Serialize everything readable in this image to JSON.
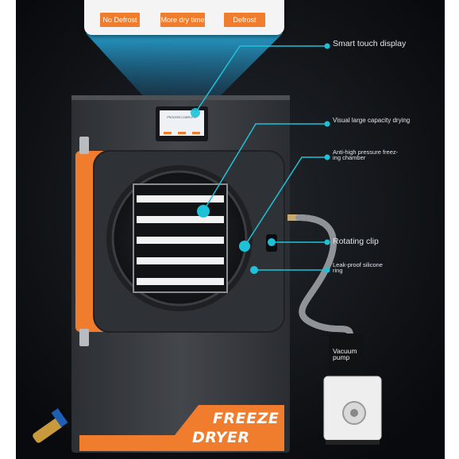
{
  "display_panel": {
    "buttons": [
      "No Defrost",
      "More dry time",
      "Defrost"
    ]
  },
  "callouts": {
    "smart_touch_display": "Smart touch display",
    "visual_drying": "Visual large capacity drying",
    "anti_high_pressure": "Anti-high pressure freez-ing chamber",
    "rotating_clip": "Rotating clip",
    "leak_proof": "Leak-proof silicone ring"
  },
  "pump_label": "Vacuum pump",
  "screen_title": "PROCESS COMPLETE",
  "brand": {
    "line1": "FREEZE",
    "line2": "DRYER"
  },
  "colors": {
    "background": "#0c1014",
    "body": "#3b3e43",
    "accent_orange": "#ef7d2d",
    "callout_cyan": "#1ec2d8",
    "pump_white": "#eeeeee"
  }
}
